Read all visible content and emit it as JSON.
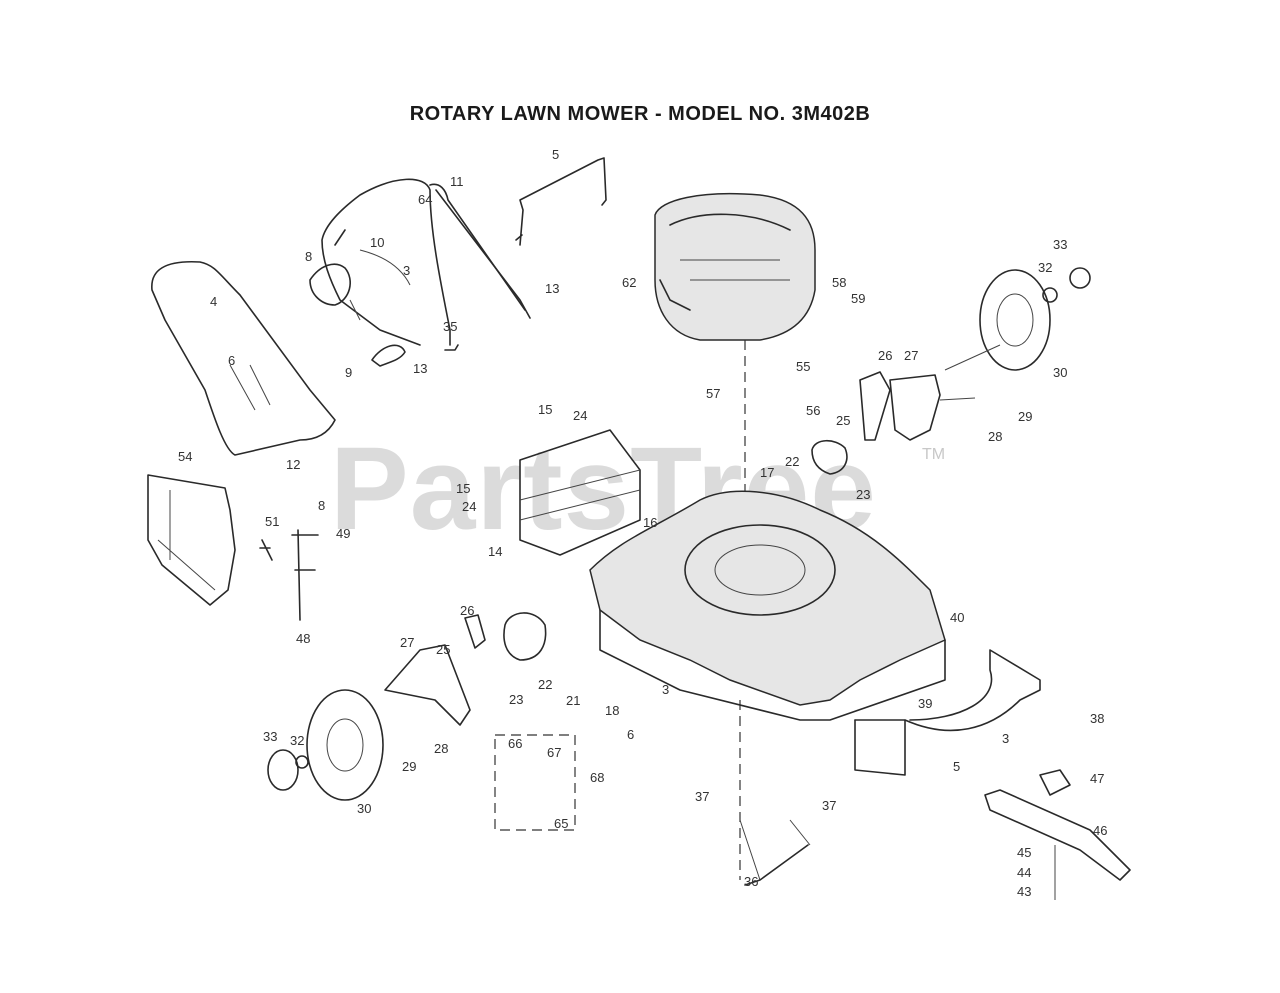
{
  "title": "ROTARY LAWN MOWER - MODEL NO.  3M402B",
  "watermark": "PartsTree",
  "trademark": "TM",
  "callouts": [
    {
      "id": "c5a",
      "label": "5"
    },
    {
      "id": "c11",
      "label": "11"
    },
    {
      "id": "c64",
      "label": "64"
    },
    {
      "id": "c10",
      "label": "10"
    },
    {
      "id": "c8a",
      "label": "8"
    },
    {
      "id": "c3a",
      "label": "3"
    },
    {
      "id": "c13a",
      "label": "13"
    },
    {
      "id": "c35",
      "label": "35"
    },
    {
      "id": "c13b",
      "label": "13"
    },
    {
      "id": "c9",
      "label": "9"
    },
    {
      "id": "c4",
      "label": "4"
    },
    {
      "id": "c6a",
      "label": "6"
    },
    {
      "id": "c12",
      "label": "12"
    },
    {
      "id": "c54",
      "label": "54"
    },
    {
      "id": "c51",
      "label": "51"
    },
    {
      "id": "c49",
      "label": "49"
    },
    {
      "id": "c48",
      "label": "48"
    },
    {
      "id": "c62",
      "label": "62"
    },
    {
      "id": "c58",
      "label": "58"
    },
    {
      "id": "c59",
      "label": "59"
    },
    {
      "id": "c33a",
      "label": "33"
    },
    {
      "id": "c32a",
      "label": "32"
    },
    {
      "id": "c30a",
      "label": "30"
    },
    {
      "id": "c55",
      "label": "55"
    },
    {
      "id": "c57",
      "label": "57"
    },
    {
      "id": "c56",
      "label": "56"
    },
    {
      "id": "c26a",
      "label": "26"
    },
    {
      "id": "c27a",
      "label": "27"
    },
    {
      "id": "c25a",
      "label": "25"
    },
    {
      "id": "c28a",
      "label": "28"
    },
    {
      "id": "c29a",
      "label": "29"
    },
    {
      "id": "c22a",
      "label": "22"
    },
    {
      "id": "c23a",
      "label": "23"
    },
    {
      "id": "c15a",
      "label": "15"
    },
    {
      "id": "c24a",
      "label": "24"
    },
    {
      "id": "c17",
      "label": "17"
    },
    {
      "id": "c15b",
      "label": "15"
    },
    {
      "id": "c24b",
      "label": "24"
    },
    {
      "id": "c16",
      "label": "16"
    },
    {
      "id": "c14",
      "label": "14"
    },
    {
      "id": "c40",
      "label": "40"
    },
    {
      "id": "c26b",
      "label": "26"
    },
    {
      "id": "c27b",
      "label": "27"
    },
    {
      "id": "c25b",
      "label": "25"
    },
    {
      "id": "c22b",
      "label": "22"
    },
    {
      "id": "c23b",
      "label": "23"
    },
    {
      "id": "c21",
      "label": "21"
    },
    {
      "id": "c18",
      "label": "18"
    },
    {
      "id": "c3b",
      "label": "3"
    },
    {
      "id": "c6b",
      "label": "6"
    },
    {
      "id": "c39",
      "label": "39"
    },
    {
      "id": "c3c",
      "label": "3"
    },
    {
      "id": "c5b",
      "label": "5"
    },
    {
      "id": "c38",
      "label": "38"
    },
    {
      "id": "c47",
      "label": "47"
    },
    {
      "id": "c46",
      "label": "46"
    },
    {
      "id": "c45",
      "label": "45"
    },
    {
      "id": "c44",
      "label": "44"
    },
    {
      "id": "c43",
      "label": "43"
    },
    {
      "id": "c33b",
      "label": "33"
    },
    {
      "id": "c32b",
      "label": "32"
    },
    {
      "id": "c30b",
      "label": "30"
    },
    {
      "id": "c29b",
      "label": "29"
    },
    {
      "id": "c28b",
      "label": "28"
    },
    {
      "id": "c66",
      "label": "66"
    },
    {
      "id": "c67",
      "label": "67"
    },
    {
      "id": "c68",
      "label": "68"
    },
    {
      "id": "c65",
      "label": "65"
    },
    {
      "id": "c37a",
      "label": "37"
    },
    {
      "id": "c37b",
      "label": "37"
    },
    {
      "id": "c36",
      "label": "36"
    },
    {
      "id": "c8b",
      "label": "8"
    }
  ]
}
